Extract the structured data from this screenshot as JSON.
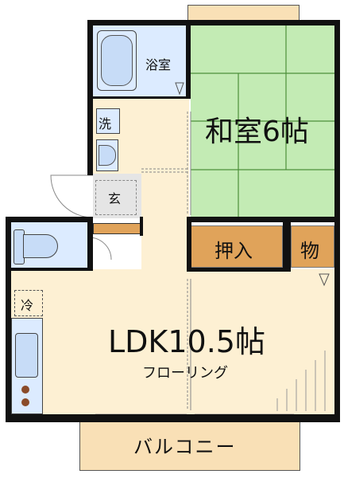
{
  "colors": {
    "floor": "#fdf0d3",
    "washi": "#c3ebb4",
    "washi_line": "#4d8f3a",
    "bath": "#dcebff",
    "toilet": "#dcebff",
    "storage": "#e0a35a",
    "balcony": "#f9e0b6",
    "entrance": "#e5e5e5",
    "wall": "#111111"
  },
  "rooms": {
    "bathroom": "浴室",
    "washroom": "洗",
    "entrance": "玄",
    "washitsu": "和室6帖",
    "oshiire": "押入",
    "monooki": "物",
    "refrigerator": "冷",
    "ldk": "LDK10.5帖",
    "flooring": "フローリング",
    "balcony": "バルコニー"
  }
}
